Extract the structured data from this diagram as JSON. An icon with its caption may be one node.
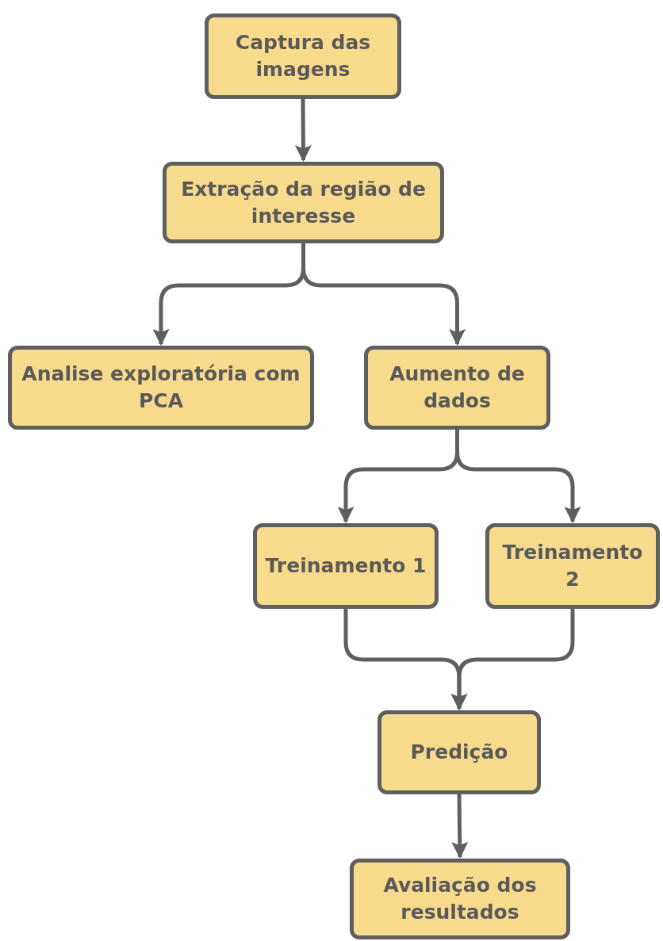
{
  "diagram": {
    "nodes": [
      {
        "text": [
          "Captura das imagens"
        ]
      },
      {
        "text": [
          "Extração da região de interesse"
        ]
      },
      {
        "text": [
          "Analise exploratória com PCA"
        ]
      },
      {
        "text": [
          "Aumento de dados"
        ]
      },
      {
        "text": [
          "Treinamento 1"
        ]
      },
      {
        "text": [
          "Treinamento 2"
        ]
      },
      {
        "text": [
          "Predição"
        ]
      },
      {
        "text": [
          "Avaliação dos resultados"
        ]
      }
    ],
    "edges": [
      {
        "from": 0,
        "to": 1,
        "arrow": "to"
      },
      {
        "from": 1,
        "to": 2,
        "arrow": "to"
      },
      {
        "from": 1,
        "to": 3,
        "arrow": "to"
      },
      {
        "from": 3,
        "to": 4,
        "arrow": "to"
      },
      {
        "from": 3,
        "to": 5,
        "arrow": "to"
      },
      {
        "from": 4,
        "to": 6,
        "arrow": "to"
      },
      {
        "from": 5,
        "to": 6,
        "arrow": "to"
      },
      {
        "from": 6,
        "to": 7,
        "arrow": "to"
      }
    ]
  }
}
